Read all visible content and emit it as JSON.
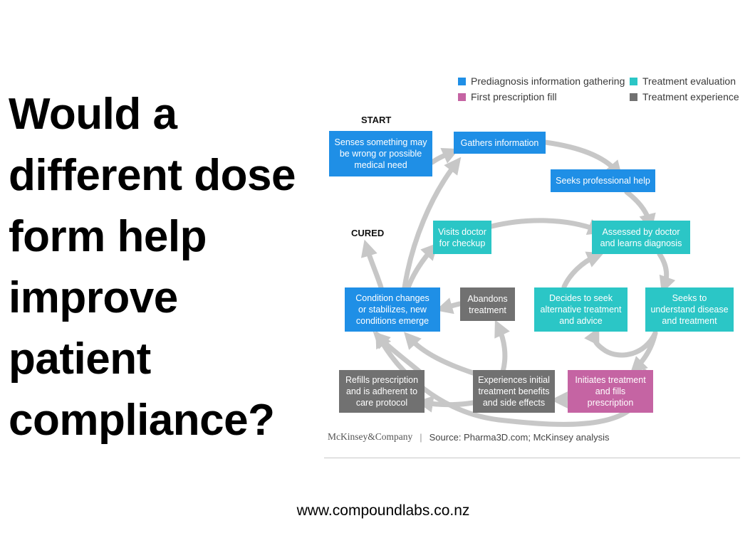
{
  "headline": {
    "lines": [
      "Would a",
      "different dose",
      "form help",
      "improve",
      "patient",
      "compliance?"
    ]
  },
  "legend": {
    "items": [
      {
        "label": "Prediagnosis information gathering",
        "color": "#1f8fe6"
      },
      {
        "label": "Treatment evaluation",
        "color": "#2bc6c6"
      },
      {
        "label": "First prescription fill",
        "color": "#c564a3"
      },
      {
        "label": "Treatment experience",
        "color": "#717171"
      }
    ]
  },
  "diagram": {
    "start_label": "START",
    "cured_label": "CURED",
    "nodes": {
      "senses": "Senses something may\nbe wrong or possible\nmedical need",
      "gathers": "Gathers information",
      "seeks_help": "Seeks professional help",
      "visits": "Visits doctor\nfor checkup",
      "assessed": "Assessed by doctor\nand learns diagnosis",
      "condition": "Condition changes\nor stabilizes, new\nconditions emerge",
      "abandons": "Abandons\ntreatment",
      "alternative": "Decides to seek\nalternative treatment\nand advice",
      "understand": "Seeks to\nunderstand disease\nand treatment",
      "refills": "Refills prescription\nand is adherent to\ncare protocol",
      "experiences": "Experiences initial\ntreatment benefits\nand side effects",
      "initiates": "Initiates treatment\nand fills\nprescription"
    },
    "arrow_color": "#c7c7c7"
  },
  "footer": {
    "brand": "McKinsey&Company",
    "separator": "|",
    "source": "Source: Pharma3D.com; McKinsey analysis",
    "website": "www.compoundlabs.co.nz"
  }
}
